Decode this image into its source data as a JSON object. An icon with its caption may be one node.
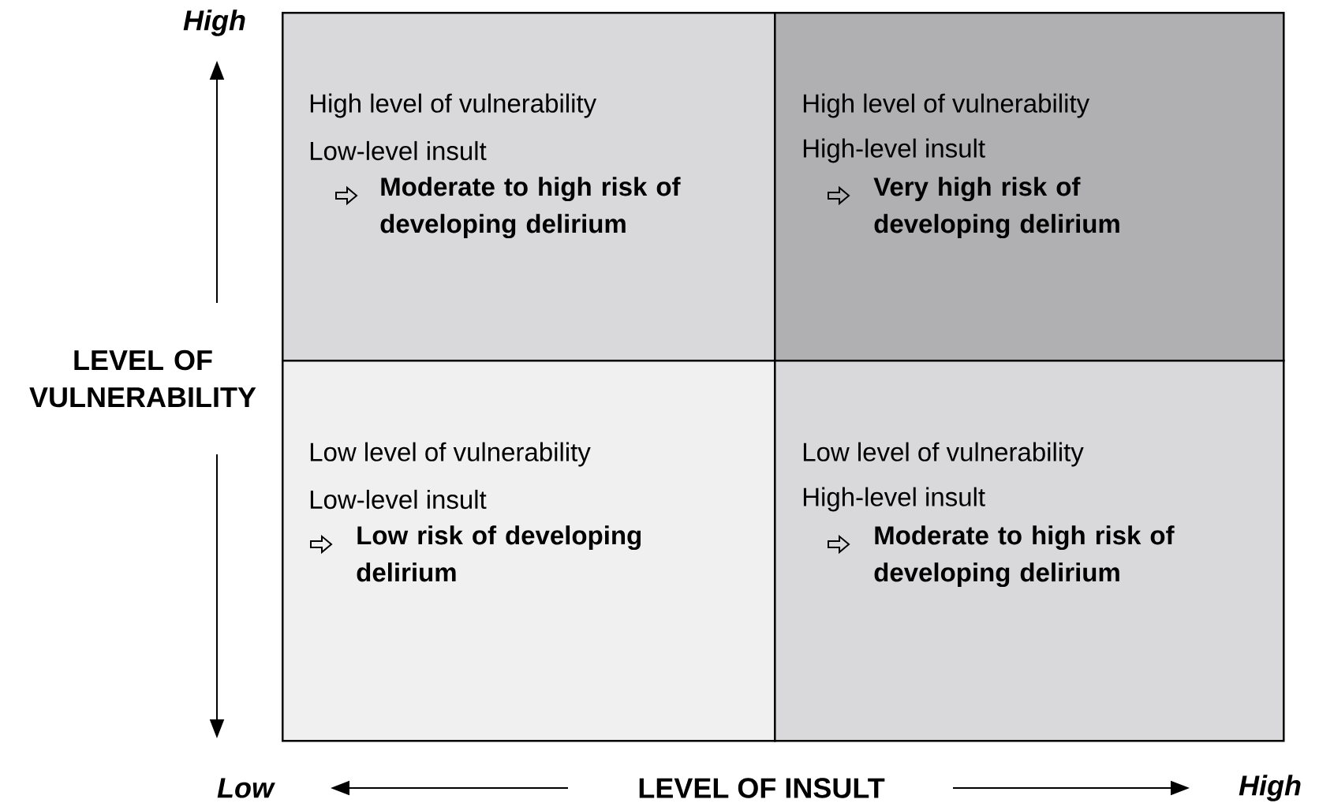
{
  "diagram": {
    "nodes": [
      {
        "text": [
          "High level of vulnerability",
          "Low-level insult",
          "Moderate to high risk of developing delirium"
        ]
      },
      {
        "text": [
          "High level of vulnerability",
          "High-level insult",
          "Very high risk of developing delirium"
        ]
      },
      {
        "text": [
          "Low level of vulnerability",
          "Low-level insult",
          "Low risk of developing delirium"
        ]
      },
      {
        "text": [
          "Low level of vulnerability",
          "High-level insult",
          "Moderate to high risk of developing delirium"
        ]
      }
    ],
    "labels": [
      "High",
      "LEVEL OF VULNERABILITY",
      "Low",
      "LEVEL OF INSULT",
      "High"
    ]
  }
}
